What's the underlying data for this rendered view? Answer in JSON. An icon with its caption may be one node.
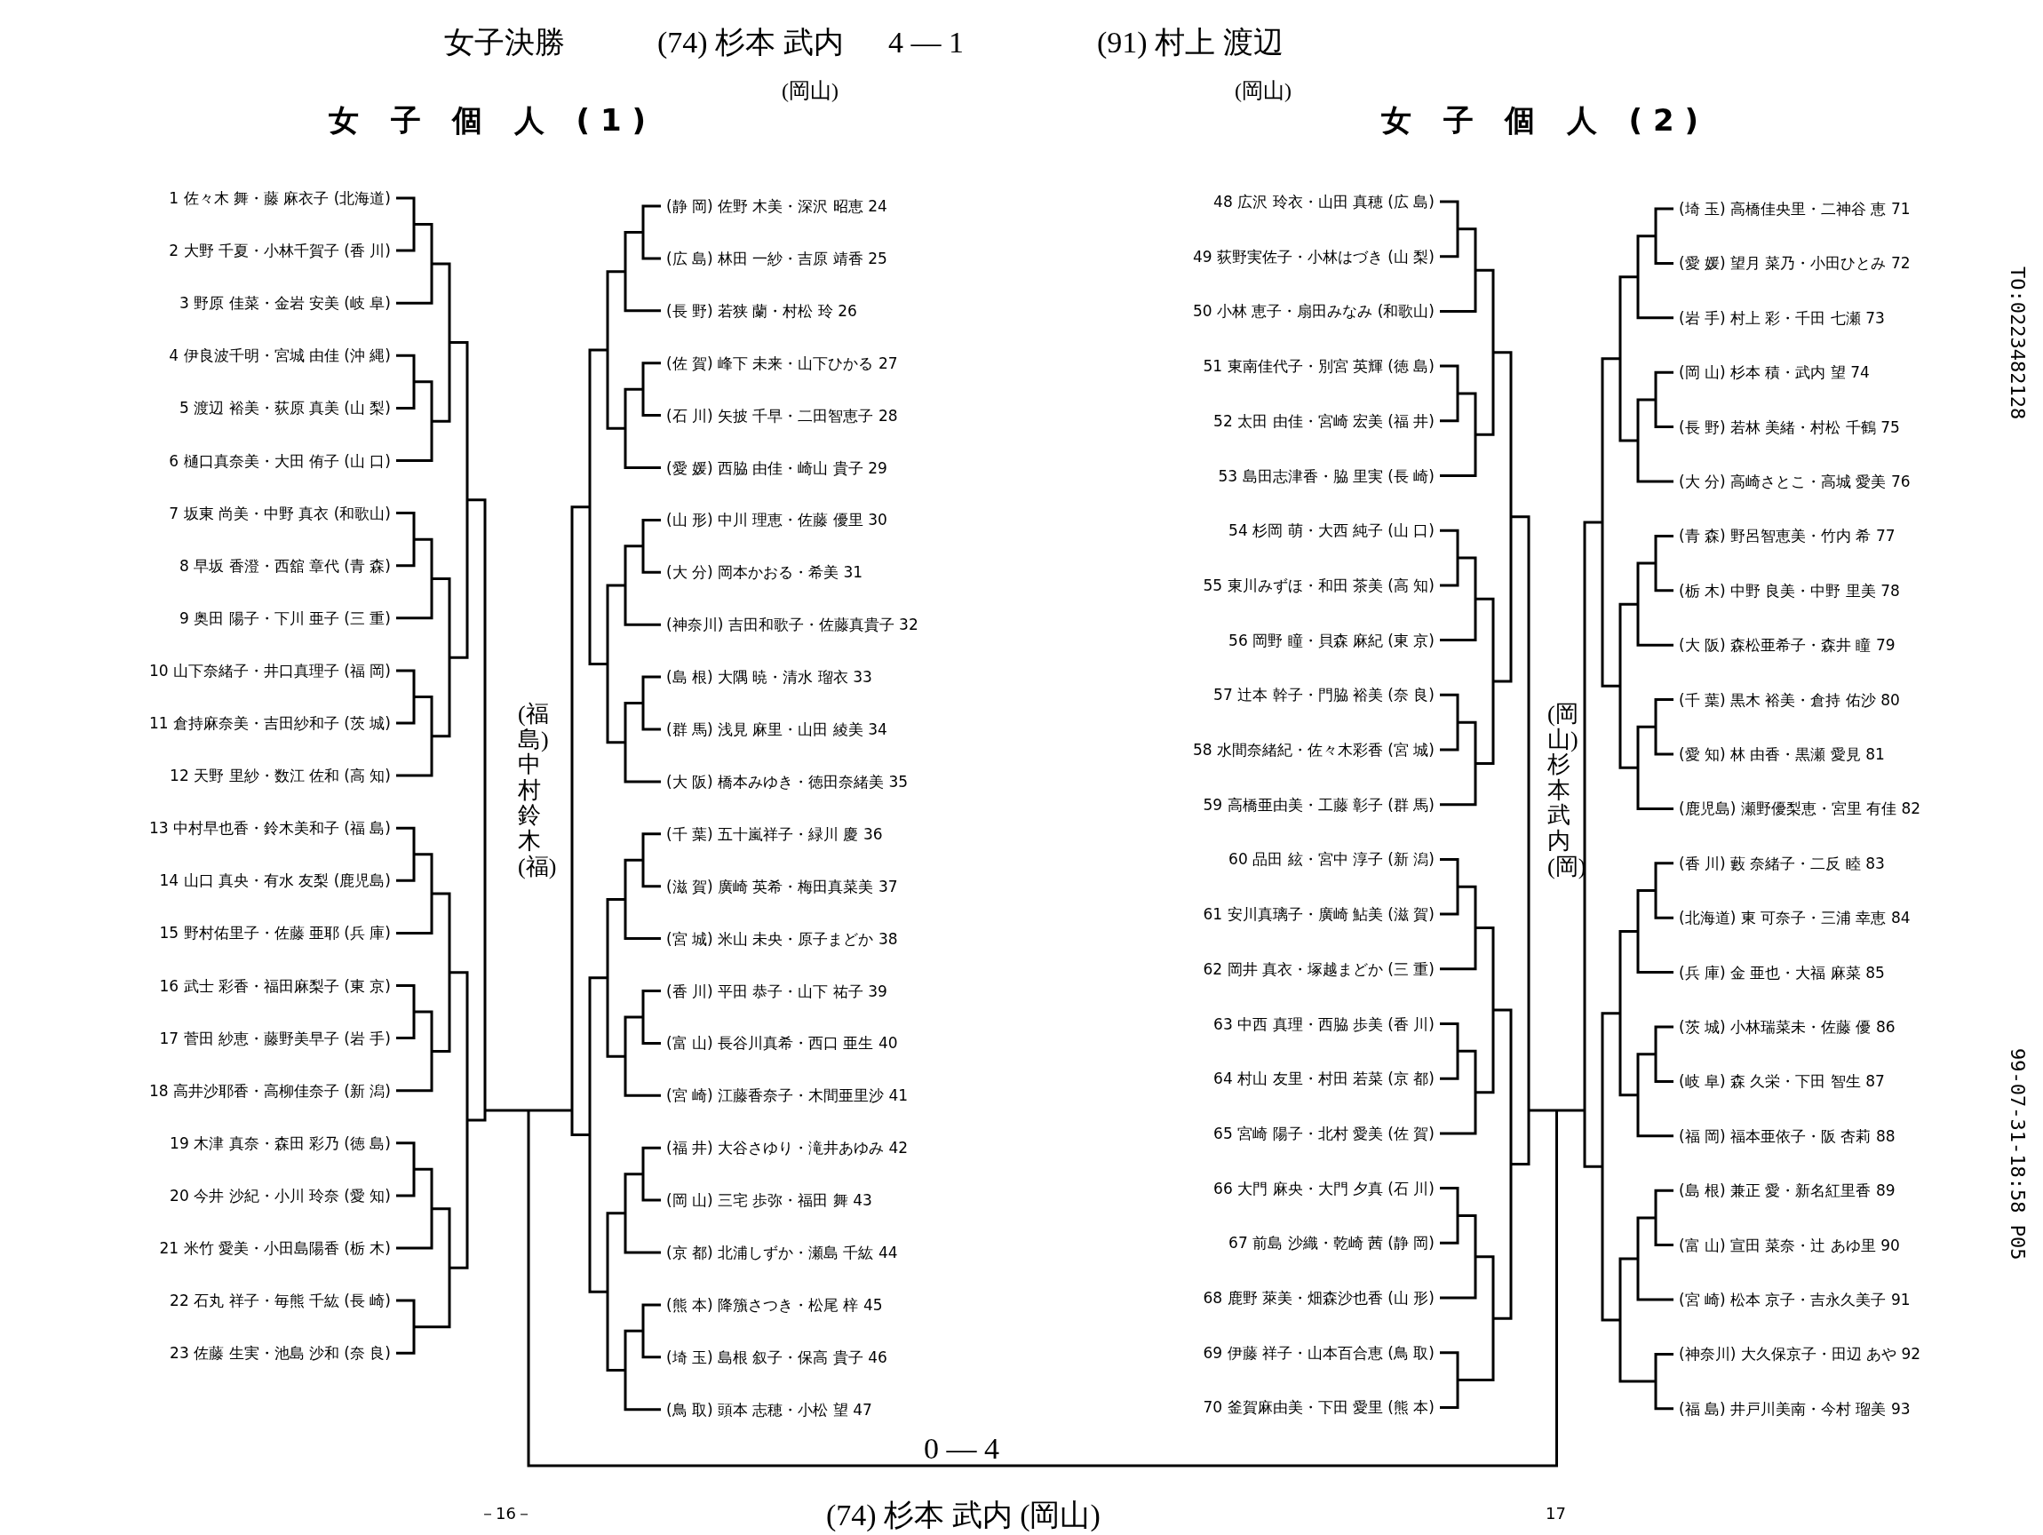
{
  "diagram": {
    "nodes": [
      {
        "text": [
          "1 佐々木 舞・藤 麻衣子 (北海道)"
        ]
      },
      {
        "text": [
          "2 大野 千夏・小林千賀子 (香 川)"
        ]
      },
      {
        "text": [
          "3 野原 佳菜・金岩 安美 (岐 阜)"
        ]
      },
      {
        "text": [
          "4 伊良波千明・宮城 由佳 (沖 縄)"
        ]
      },
      {
        "text": [
          "5 渡辺 裕美・荻原 真美 (山 梨)"
        ]
      },
      {
        "text": [
          "6 樋口真奈美・大田 侑子 (山 口)"
        ]
      },
      {
        "text": [
          "7 坂東 尚美・中野 真衣 (和歌山)"
        ]
      },
      {
        "text": [
          "8 早坂 香澄・西舘 章代 (青 森)"
        ]
      },
      {
        "text": [
          "9 奥田 陽子・下川 亜子 (三 重)"
        ]
      },
      {
        "text": [
          "10 山下奈緒子・井口真理子 (福 岡)"
        ]
      },
      {
        "text": [
          "11 倉持麻奈美・吉田紗和子 (茨 城)"
        ]
      },
      {
        "text": [
          "12 天野 里紗・数江 佐和 (高 知)"
        ]
      },
      {
        "text": [
          "13 中村早也香・鈴木美和子 (福 島)"
        ]
      },
      {
        "text": [
          "14 山口 真央・有水 友梨 (鹿児島)"
        ]
      },
      {
        "text": [
          "15 野村佑里子・佐藤 亜耶 (兵 庫)"
        ]
      },
      {
        "text": [
          "16 武士 彩香・福田麻梨子 (東 京)"
        ]
      },
      {
        "text": [
          "17 菅田 紗恵・藤野美早子 (岩 手)"
        ]
      },
      {
        "text": [
          "18 高井沙耶香・高柳佳奈子 (新 潟)"
        ]
      },
      {
        "text": [
          "19 木津 真奈・森田 彩乃 (徳 島)"
        ]
      },
      {
        "text": [
          "20 今井 沙紀・小川 玲奈 (愛 知)"
        ]
      },
      {
        "text": [
          "21 米竹 愛美・小田島陽香 (栃 木)"
        ]
      },
      {
        "text": [
          "22 石丸 祥子・毎熊 千紘 (長 崎)"
        ]
      },
      {
        "text": [
          "23 佐藤 生実・池島 沙和 (奈 良)"
        ]
      },
      {
        "text": [
          "(静 岡) 佐野 木美・深沢 昭恵 24"
        ]
      },
      {
        "text": [
          "(広 島) 林田 一紗・吉原 靖香 25"
        ]
      },
      {
        "text": [
          "(長 野) 若狭 蘭・村松 玲 26"
        ]
      },
      {
        "text": [
          "(佐 賀) 峰下 未来・山下ひかる 27"
        ]
      },
      {
        "text": [
          "(石 川) 矢披 千早・二田智恵子 28"
        ]
      },
      {
        "text": [
          "(愛 媛) 西脇 由佳・崎山 貴子 29"
        ]
      },
      {
        "text": [
          "(山 形) 中川 理恵・佐藤 優里 30"
        ]
      },
      {
        "text": [
          "(大 分) 岡本かおる・希美 31"
        ]
      },
      {
        "text": [
          "(神奈川) 吉田和歌子・佐藤真貴子 32"
        ]
      },
      {
        "text": [
          "(島 根) 大隅 暁・清水 瑠衣 33"
        ]
      },
      {
        "text": [
          "(群 馬) 浅見 麻里・山田 綾美 34"
        ]
      },
      {
        "text": [
          "(大 阪) 橋本みゆき・徳田奈緒美 35"
        ]
      },
      {
        "text": [
          "(千 葉) 五十嵐祥子・緑川 慶 36"
        ]
      },
      {
        "text": [
          "(滋 賀) 廣崎 英希・梅田真菜美 37"
        ]
      },
      {
        "text": [
          "(宮 城) 米山 未央・原子まどか 38"
        ]
      },
      {
        "text": [
          "(香 川) 平田 恭子・山下 祐子 39"
        ]
      },
      {
        "text": [
          "(富 山) 長谷川真希・西口 亜生 40"
        ]
      },
      {
        "text": [
          "(宮 崎) 江藤香奈子・木間亜里沙 41"
        ]
      },
      {
        "text": [
          "(福 井) 大谷さゆり・滝井あゆみ 42"
        ]
      },
      {
        "text": [
          "(岡 山) 三宅 歩弥・福田 舞 43"
        ]
      },
      {
        "text": [
          "(京 都) 北浦しずか・瀬島 千紘 44"
        ]
      },
      {
        "text": [
          "(熊 本) 降籏さつき・松尾 梓 45"
        ]
      },
      {
        "text": [
          "(埼 玉) 島根 叙子・保高 貴子 46"
        ]
      },
      {
        "text": [
          "(鳥 取) 頭本 志穂・小松 望 47"
        ]
      },
      {
        "text": [
          "48 広沢 玲衣・山田 真穂 (広 島)"
        ]
      },
      {
        "text": [
          "49 荻野実佐子・小林はづき (山 梨)"
        ]
      },
      {
        "text": [
          "50 小林 恵子・扇田みなみ (和歌山)"
        ]
      },
      {
        "text": [
          "51 東南佳代子・別宮 英輝 (徳 島)"
        ]
      },
      {
        "text": [
          "52 太田 由佳・宮崎 宏美 (福 井)"
        ]
      },
      {
        "text": [
          "53 島田志津香・脇 里実 (長 崎)"
        ]
      },
      {
        "text": [
          "54 杉岡 萌・大西 純子 (山 口)"
        ]
      },
      {
        "text": [
          "55 東川みずほ・和田 茶美 (高 知)"
        ]
      },
      {
        "text": [
          "56 岡野 瞳・貝森 麻紀 (東 京)"
        ]
      },
      {
        "text": [
          "57 辻本 幹子・門脇 裕美 (奈 良)"
        ]
      },
      {
        "text": [
          "58 水間奈緒紀・佐々木彩香 (宮 城)"
        ]
      },
      {
        "text": [
          "59 高橋亜由美・工藤 彰子 (群 馬)"
        ]
      },
      {
        "text": [
          "60 品田 絃・宮中 淳子 (新 潟)"
        ]
      },
      {
        "text": [
          "61 安川真璃子・廣崎 鮎美 (滋 賀)"
        ]
      },
      {
        "text": [
          "62 岡井 真衣・塚越まどか (三 重)"
        ]
      },
      {
        "text": [
          "63 中西 真理・西脇 歩美 (香 川)"
        ]
      },
      {
        "text": [
          "64 村山 友里・村田 若菜 (京 都)"
        ]
      },
      {
        "text": [
          "65 宮崎 陽子・北村 愛美 (佐 賀)"
        ]
      },
      {
        "text": [
          "66 大門 麻央・大門 夕真 (石 川)"
        ]
      },
      {
        "text": [
          "67 前島 沙織・乾崎 茜 (静 岡)"
        ]
      },
      {
        "text": [
          "68 鹿野 萊美・畑森沙也香 (山 形)"
        ]
      },
      {
        "text": [
          "69 伊藤 祥子・山本百合恵 (鳥 取)"
        ]
      },
      {
        "text": [
          "70 釜賀麻由美・下田 愛里 (熊 本)"
        ]
      },
      {
        "text": [
          "(埼 玉) 高橋佳央里・二神谷 恵 71"
        ]
      },
      {
        "text": [
          "(愛 媛) 望月 菜乃・小田ひとみ 72"
        ]
      },
      {
        "text": [
          "(岩 手) 村上 彩・千田 七瀬 73"
        ]
      },
      {
        "text": [
          "(岡 山) 杉本 積・武内 望 74"
        ]
      },
      {
        "text": [
          "(長 野) 若林 美緒・村松 千鶴 75"
        ]
      },
      {
        "text": [
          "(大 分) 高崎さとこ・高城 愛美 76"
        ]
      },
      {
        "text": [
          "(青 森) 野呂智恵美・竹内 希 77"
        ]
      },
      {
        "text": [
          "(栃 木) 中野 良美・中野 里美 78"
        ]
      },
      {
        "text": [
          "(大 阪) 森松亜希子・森井 瞳 79"
        ]
      },
      {
        "text": [
          "(千 葉) 黒木 裕美・倉持 佑沙 80"
        ]
      },
      {
        "text": [
          "(愛 知) 林 由香・黒瀬 愛見 81"
        ]
      },
      {
        "text": [
          "(鹿児島) 瀬野優梨恵・宮里 有佳 82"
        ]
      },
      {
        "text": [
          "(香 川) 藪 奈緒子・二反 睦 83"
        ]
      },
      {
        "text": [
          "(北海道) 東 可奈子・三浦 幸恵 84"
        ]
      },
      {
        "text": [
          "(兵 庫) 金 亜也・大福 麻菜 85"
        ]
      },
      {
        "text": [
          "(茨 城) 小林瑞菜未・佐藤 優 86"
        ]
      },
      {
        "text": [
          "(岐 阜) 森 久栄・下田 智生 87"
        ]
      },
      {
        "text": [
          "(福 岡) 福本亜依子・阪 杏莉 88"
        ]
      },
      {
        "text": [
          "(島 根) 兼正 愛・新名紅里香 89"
        ]
      },
      {
        "text": [
          "(富 山) 宣田 菜奈・辻 あゆ里 90"
        ]
      },
      {
        "text": [
          "(宮 崎) 松本 京子・吉永久美子 91"
        ]
      },
      {
        "text": [
          "(神奈川) 大久保京子・田辺 あや 92"
        ]
      },
      {
        "text": [
          "(福 島) 井戸川美南・今村 瑠美 93"
        ]
      }
    ],
    "labels": [
      "女子決勝",
      "(74) 杉本 武内",
      "4 — 1",
      "(91) 村上 渡辺",
      "女 子 個 人 (1)",
      "(岡山)",
      "(岡山)",
      "女 子 個 人 (2)",
      "TO:0223482128",
      "99-07-31-18:58 P05",
      "(福島)中村鈴木(福)",
      "(岡山)杉本武内(岡)",
      "0 — 4",
      "－16－",
      "(74) 杉本 武内 (岡山)",
      "17"
    ]
  }
}
